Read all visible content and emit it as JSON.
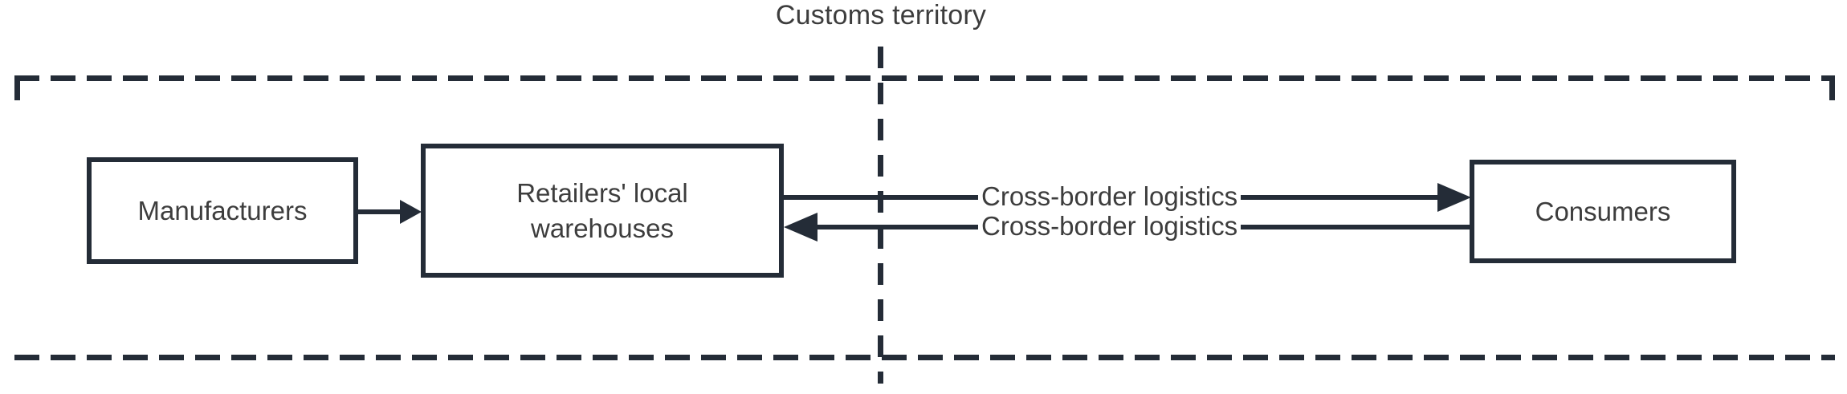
{
  "diagram": {
    "title": "Customs territory",
    "boundary": {
      "name": "customs-territory-boundary",
      "style": "dashed",
      "color": "#242c37"
    },
    "border_line": {
      "name": "customs-border-line",
      "style": "dashed-vertical",
      "color": "#242c37"
    },
    "nodes": [
      {
        "id": "manufacturers",
        "label": "Manufacturers"
      },
      {
        "id": "retailers",
        "label": "Retailers' local\nwarehouses",
        "line1": "Retailers' local",
        "line2": "warehouses"
      },
      {
        "id": "consumers",
        "label": "Consumers"
      }
    ],
    "edges": [
      {
        "id": "manufacturers-to-retailers",
        "from": "manufacturers",
        "to": "retailers",
        "label": "",
        "direction": "right"
      },
      {
        "id": "retailers-to-consumers",
        "from": "retailers",
        "to": "consumers",
        "label": "Cross-border logistics",
        "direction": "right"
      },
      {
        "id": "consumers-to-retailers",
        "from": "consumers",
        "to": "retailers",
        "label": "Cross-border logistics",
        "direction": "left"
      }
    ],
    "colors": {
      "stroke": "#242c37",
      "text": "#3d3d3d",
      "background": "#ffffff"
    }
  }
}
